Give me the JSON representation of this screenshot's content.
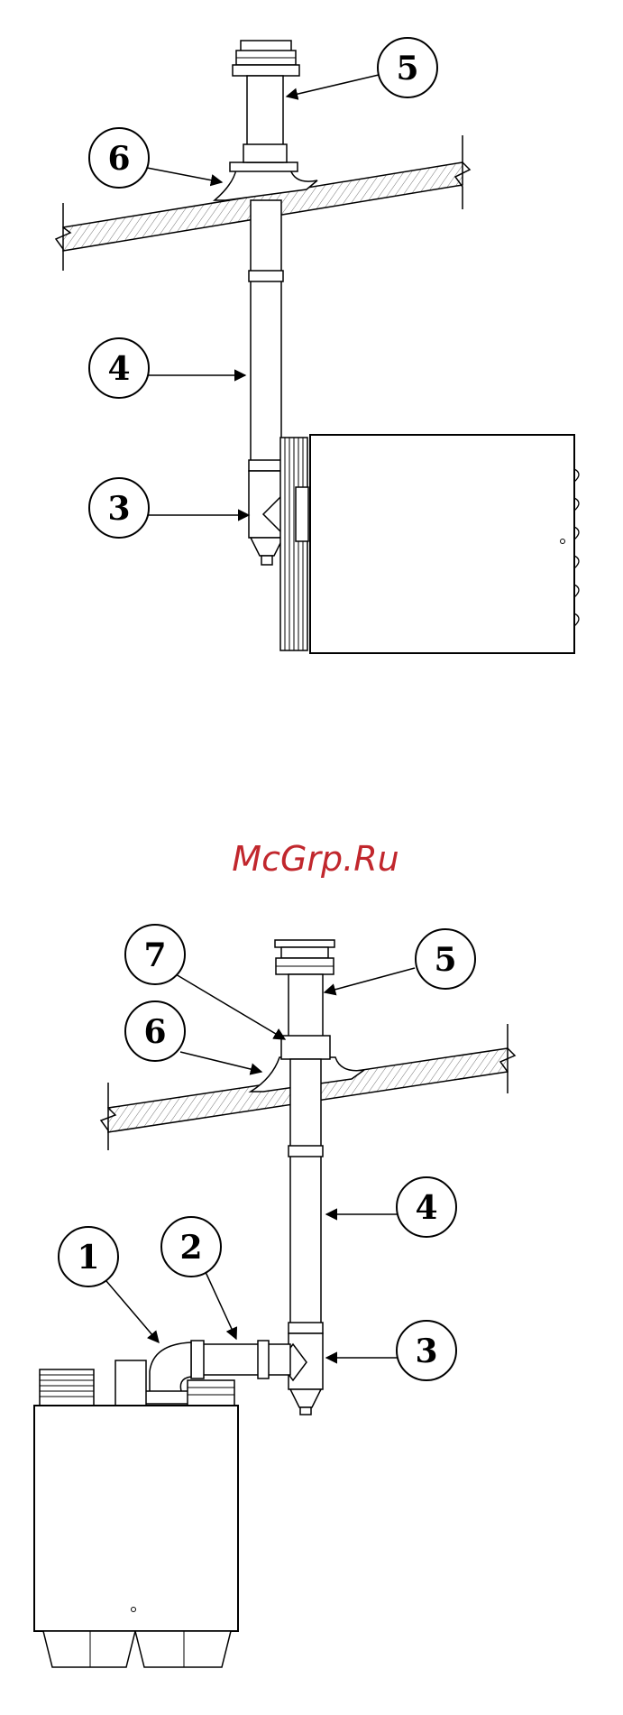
{
  "watermark": "McGrp.Ru",
  "top_diagram": {
    "callouts": [
      "5",
      "6",
      "4",
      "3"
    ]
  },
  "bottom_diagram": {
    "callouts": [
      "7",
      "5",
      "6",
      "4",
      "1",
      "2",
      "3"
    ]
  }
}
